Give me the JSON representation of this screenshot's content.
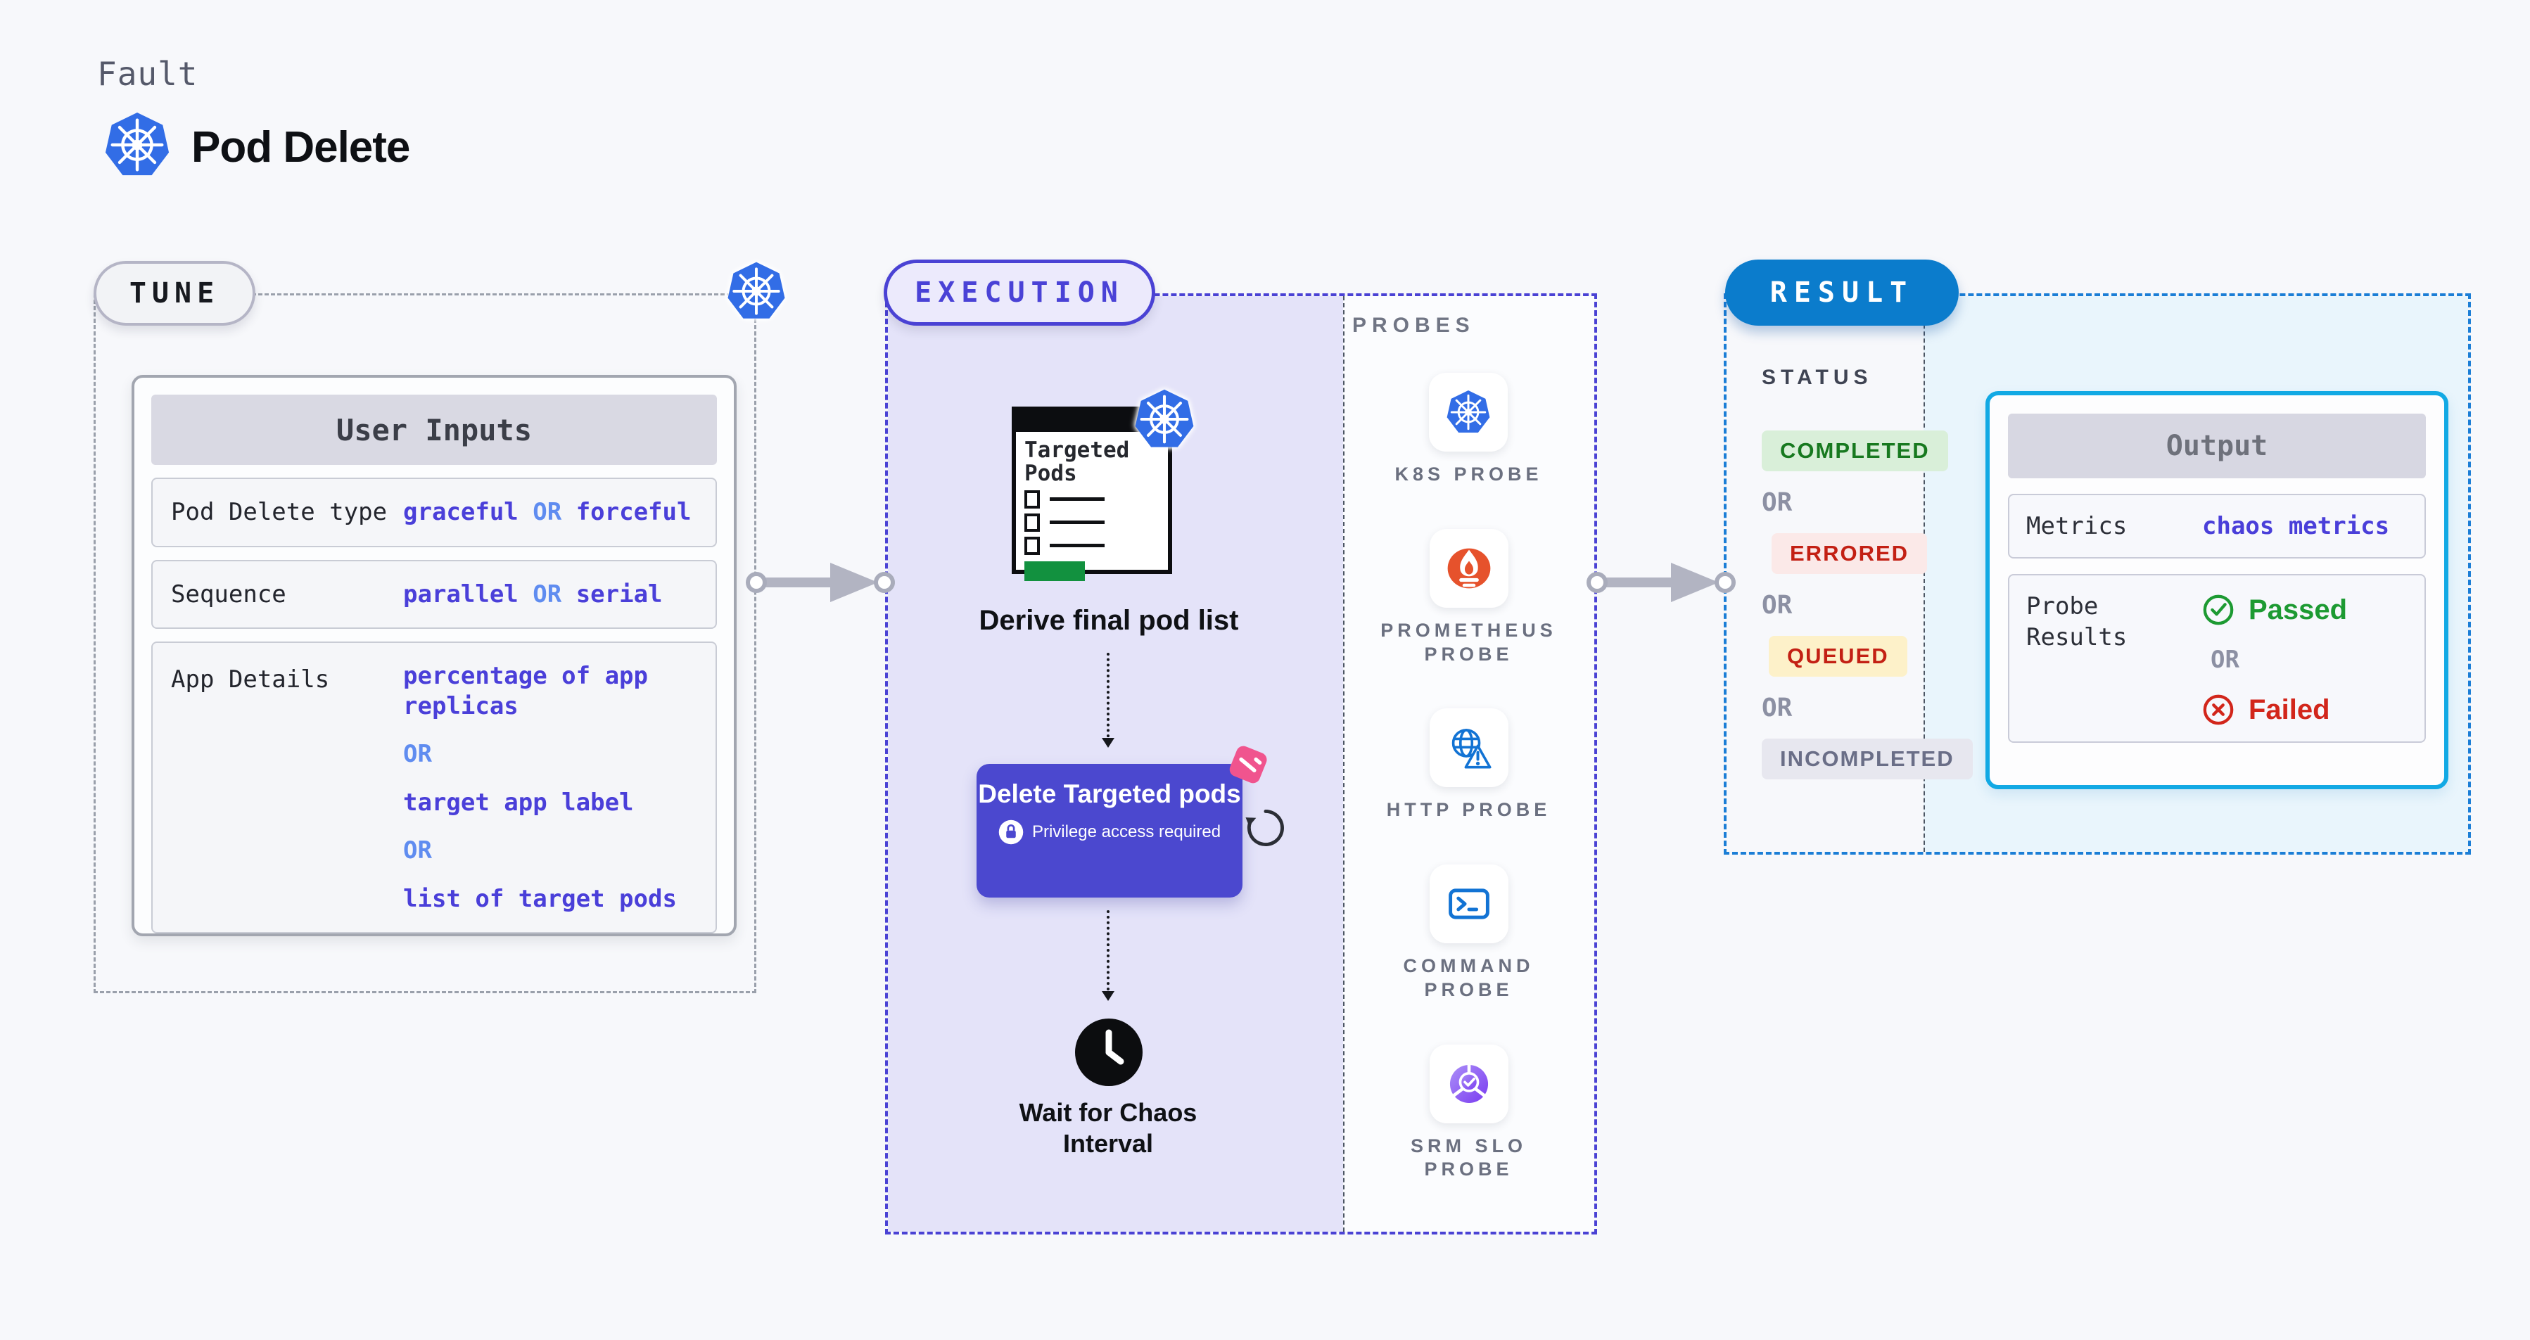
{
  "header": {
    "fault_label": "Fault",
    "title": "Pod Delete"
  },
  "colors": {
    "page_bg": "#f7f8fb",
    "execution_accent": "#4a42d4",
    "execution_fill": "#e4e3f9",
    "result_accent": "#1b7ed6",
    "result_fill": "#e9f5fc",
    "result_pill_bg": "#0b7ccc",
    "output_border": "#12a9e4",
    "value_text": "#4a3fd9",
    "or_text": "#5f8cf0",
    "delete_button_bg": "#4b48cf",
    "k8s_blue": "#326de6",
    "prometheus_orange": "#e6522c",
    "probe_icon_blue": "#1273d4",
    "srm_purple": "#7a3bf0",
    "chaos_pink": "#f0548e",
    "completed_green": "#17791f",
    "errored_red": "#c32014",
    "passed_green": "#1d9a32",
    "failed_red": "#d2261b",
    "green_bar": "#12913f"
  },
  "tune": {
    "pill_label": "TUNE",
    "user_inputs": {
      "header": "User Inputs",
      "rows": [
        {
          "label": "Pod Delete type",
          "stacked": false,
          "segments": [
            {
              "text": "graceful",
              "or": false
            },
            {
              "text": "OR",
              "or": true
            },
            {
              "text": "forceful",
              "or": false
            }
          ]
        },
        {
          "label": "Sequence",
          "stacked": false,
          "segments": [
            {
              "text": "parallel",
              "or": false
            },
            {
              "text": "OR",
              "or": true
            },
            {
              "text": "serial",
              "or": false
            }
          ]
        },
        {
          "label": "App Details",
          "stacked": true,
          "segments": [
            {
              "text": "percentage of app replicas",
              "or": false
            },
            {
              "text": "OR",
              "or": true
            },
            {
              "text": "target app label",
              "or": false
            },
            {
              "text": "OR",
              "or": true
            },
            {
              "text": "list of target pods",
              "or": false
            }
          ]
        }
      ]
    }
  },
  "execution": {
    "pill_label": "EXECUTION",
    "targeted_pods_title": "Targeted Pods",
    "derive_label": "Derive final pod list",
    "delete_button": {
      "title": "Delete Targeted pods",
      "privilege": "Privilege access required"
    },
    "wait_label": "Wait for Chaos Interval",
    "probes": {
      "heading": "PROBES",
      "items": [
        {
          "id": "k8s",
          "label": "K8S PROBE"
        },
        {
          "id": "prometheus",
          "label": "PROMETHEUS PROBE"
        },
        {
          "id": "http",
          "label": "HTTP PROBE"
        },
        {
          "id": "command",
          "label": "COMMAND PROBE"
        },
        {
          "id": "srm",
          "label": "SRM SLO PROBE"
        }
      ]
    }
  },
  "result": {
    "pill_label": "RESULT",
    "status": {
      "heading": "STATUS",
      "items": [
        {
          "text": "COMPLETED",
          "type": "completed"
        },
        {
          "text": "OR",
          "type": "or"
        },
        {
          "text": "ERRORED",
          "type": "errored"
        },
        {
          "text": "OR",
          "type": "or"
        },
        {
          "text": "QUEUED",
          "type": "queued"
        },
        {
          "text": "OR",
          "type": "or"
        },
        {
          "text": "INCOMPLETED",
          "type": "incompleted"
        }
      ]
    },
    "output": {
      "header": "Output",
      "metrics_label": "Metrics",
      "metrics_value": "chaos metrics",
      "probe_results_label": "Probe Results",
      "passed": "Passed",
      "or": "OR",
      "failed": "Failed"
    }
  }
}
